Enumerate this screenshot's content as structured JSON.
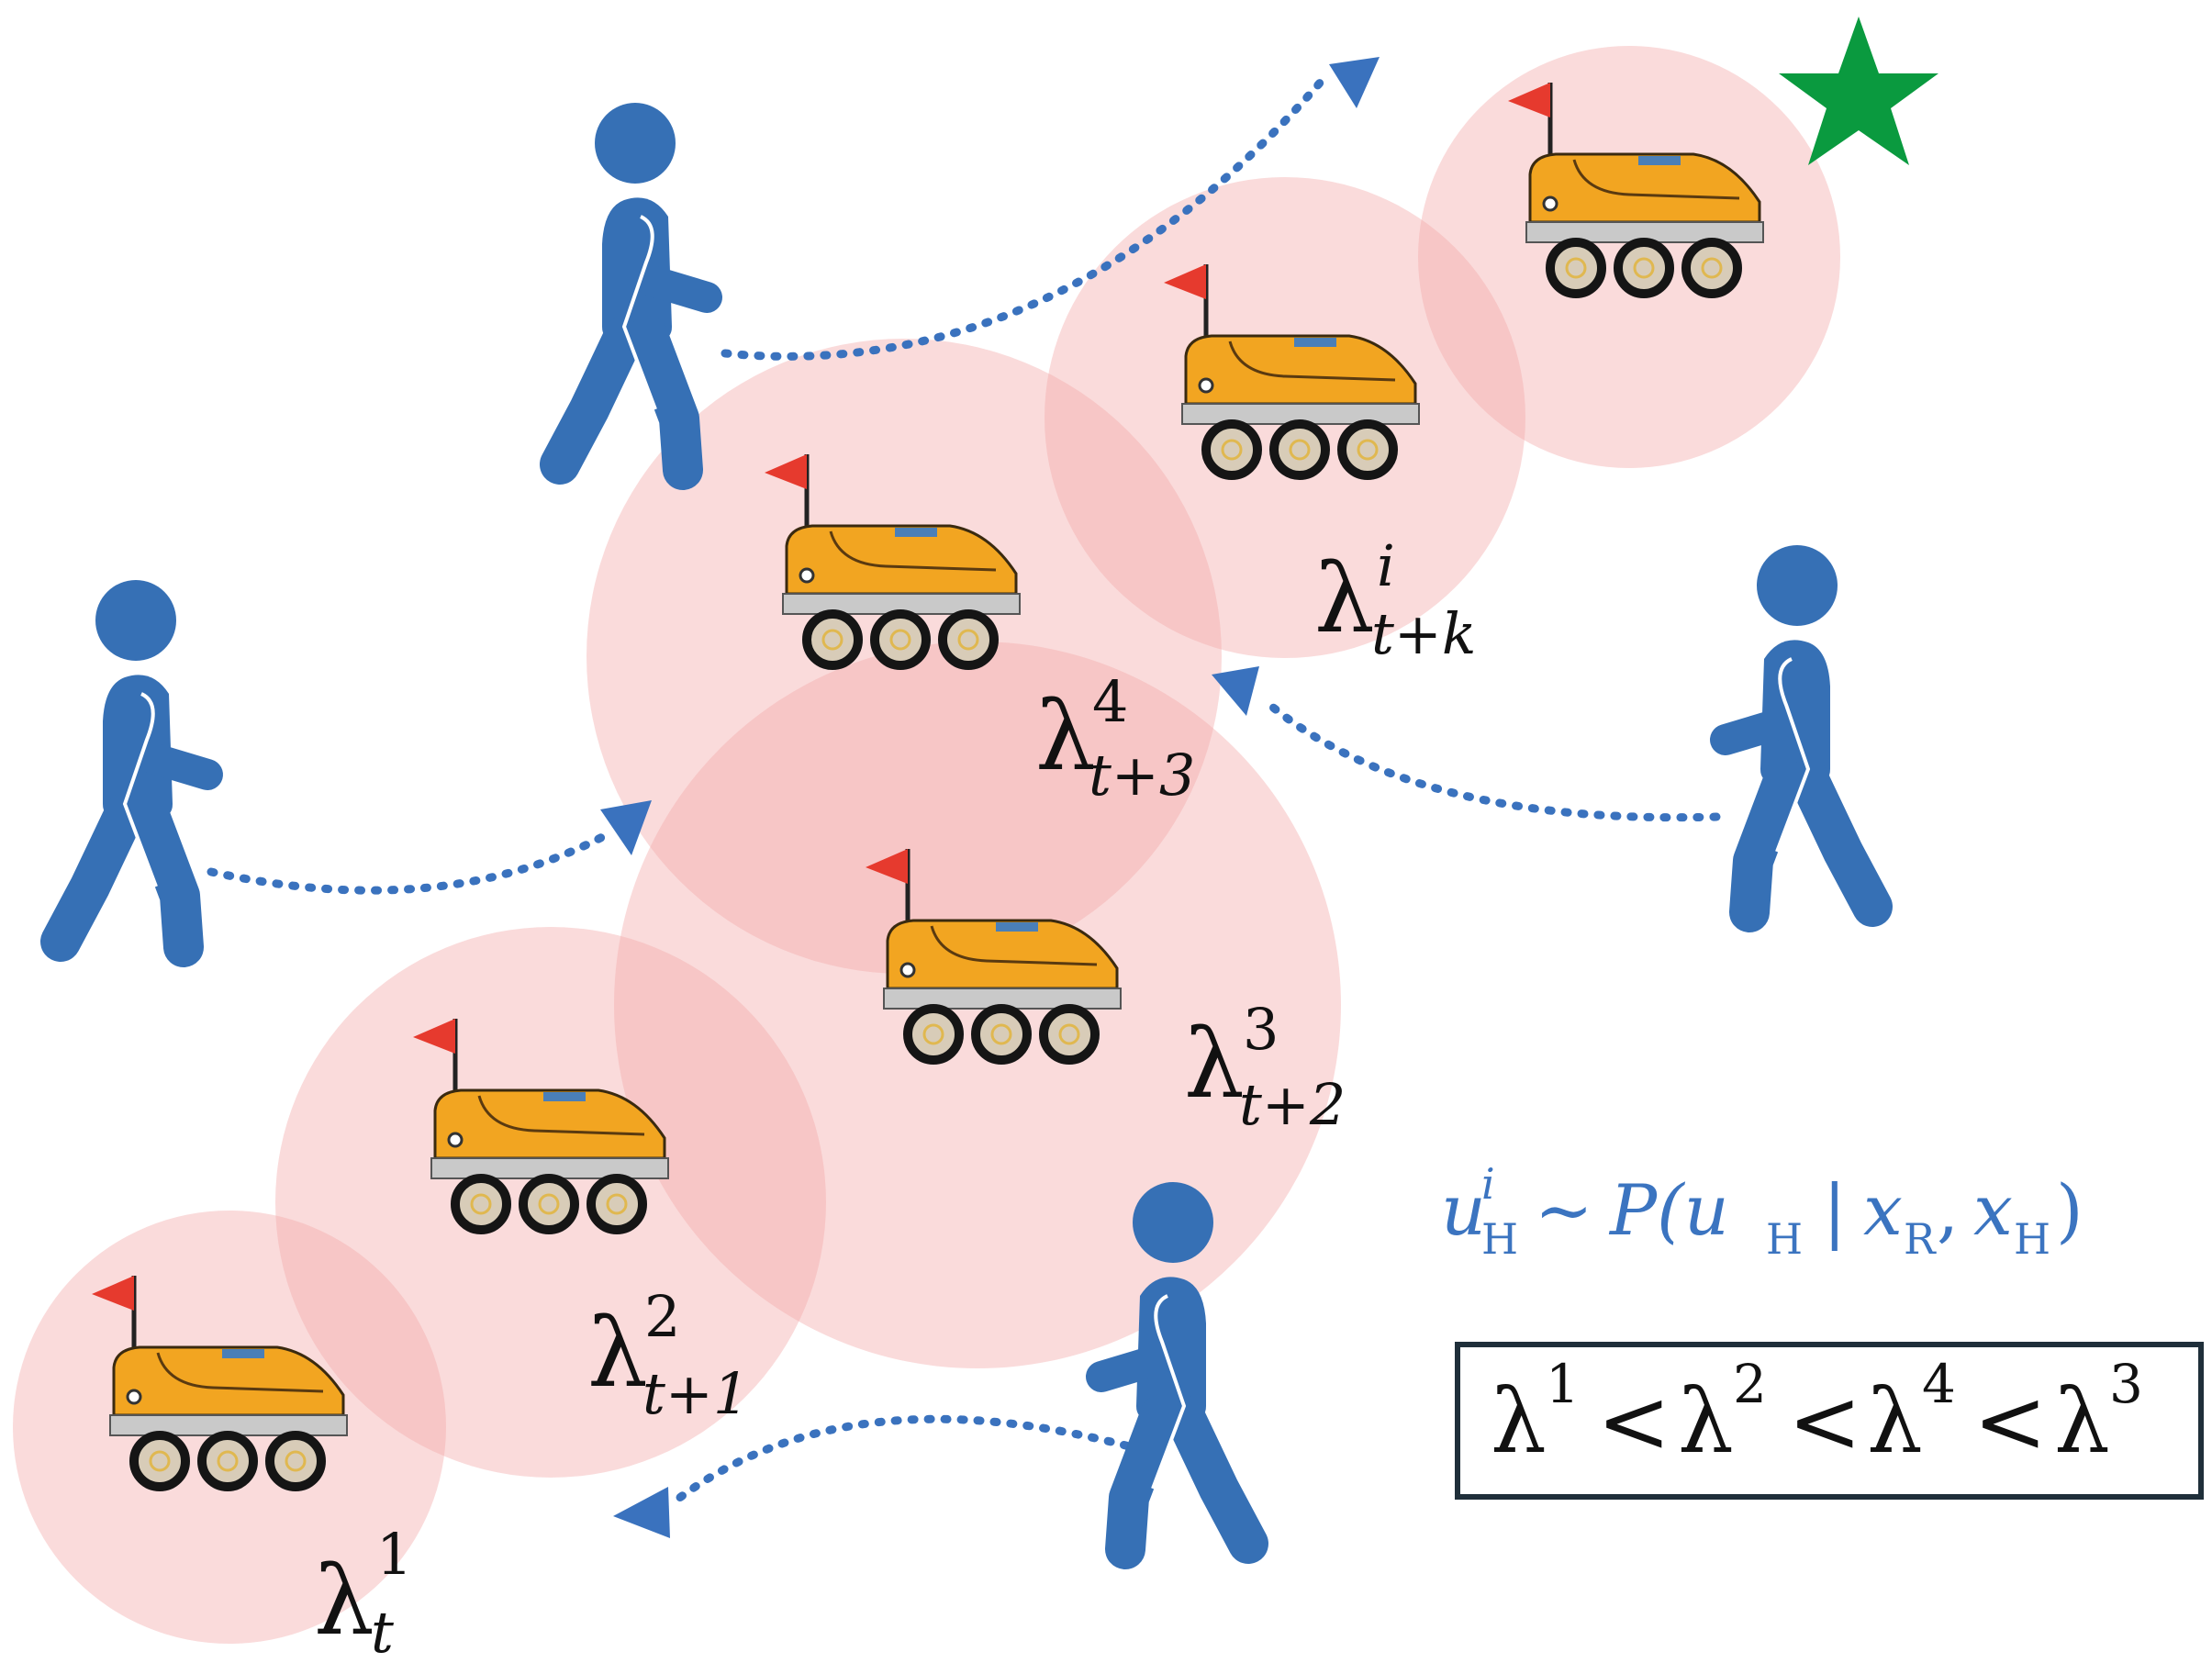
{
  "labels": {
    "lambda_1": {
      "base": "λ",
      "sup": "1",
      "sub": "t"
    },
    "lambda_2": {
      "base": "λ",
      "sup": "2",
      "sub": "t+1"
    },
    "lambda_3": {
      "base": "λ",
      "sup": "3",
      "sub": "t+2"
    },
    "lambda_4": {
      "base": "λ",
      "sup": "4",
      "sub": "t+3"
    },
    "lambda_i": {
      "base": "λ",
      "sup": "i",
      "sub": "t+k"
    }
  },
  "human_policy": {
    "u": "u",
    "u_sup": "i",
    "u_sub": "H",
    "tilde": "∼",
    "P_open": "P(u",
    "P_sub": "H",
    "bar": "|",
    "xR": "x",
    "xR_sub": "R",
    "comma": ",",
    "xH": "x",
    "xH_sub": "H",
    "close": ")"
  },
  "ordering_box": {
    "t1": "λ",
    "s1": "1",
    "lt1": "<",
    "t2": "λ",
    "s2": "2",
    "lt2": "<",
    "t3": "λ",
    "s3": "4",
    "lt3": "<",
    "t4": "λ",
    "s4": "3"
  },
  "colors": {
    "safety_circle": "#f2a9a9",
    "human": "#3670b5",
    "trajectory": "#3a72be",
    "robot_body": "#f2a521",
    "flag": "#e63a2e",
    "goal_star": "#0a9a3f",
    "box_border": "#1f2f3a"
  },
  "icons": {
    "robot": "robot-icon",
    "human": "pedestrian-icon",
    "goal": "star-icon"
  }
}
